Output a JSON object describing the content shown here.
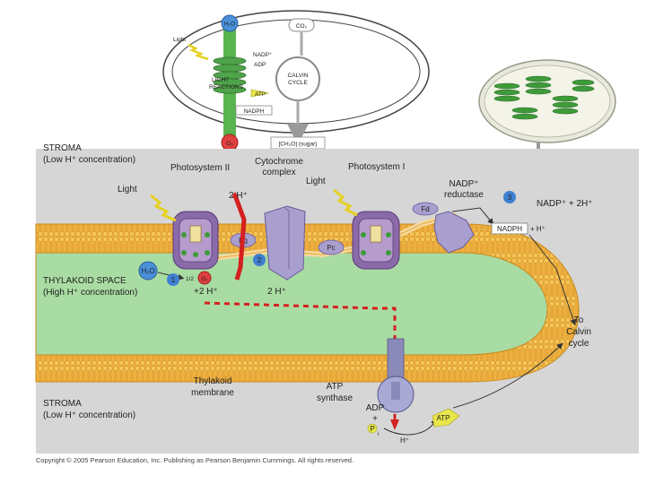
{
  "chloroplast": {
    "h2o": "H₂O",
    "co2": "CO₂",
    "light": "Light",
    "nadp_plus": "NADP⁺",
    "adp": "ADP",
    "light_reactions_1": "LIGHT",
    "light_reactions_2": "REACTIONS",
    "calvin_1": "CALVIN",
    "calvin_2": "CYCLE",
    "atp": "ATP",
    "nadph": "NADPH",
    "o2": "O₂",
    "sugar": "[CH₂O] (sugar)"
  },
  "labels": {
    "stroma_top_1": "STROMA",
    "stroma_top_2": "(Low H⁺ concentration)",
    "photosystem_ii": "Photosystem II",
    "cytochrome_1": "Cytochrome",
    "cytochrome_2": "complex",
    "photosystem_i": "Photosystem I",
    "light_left": "Light",
    "light_right": "Light",
    "two_h_top": "2 H⁺",
    "nadp_reductase_1": "NADP⁺",
    "nadp_reductase_2": "reductase",
    "fd": "Fd",
    "nadp_plus_2h": "NADP⁺ + 2H⁺",
    "nadph": "NADPH",
    "plus_h": "+ H⁺",
    "pq": "Pq",
    "pc": "Pc",
    "thylakoid_space_1": "THYLAKOID SPACE",
    "thylakoid_space_2": "(High H⁺ concentration)",
    "h2o": "H₂O",
    "half_o2_frac": "1/2",
    "o2": "O₂",
    "plus_2h": "+2 H⁺",
    "two_h_mid": "2 H⁺",
    "to_calvin_1": "To",
    "to_calvin_2": "Calvin",
    "to_calvin_3": "cycle",
    "thylakoid_membrane_1": "Thylakoid",
    "thylakoid_membrane_2": "membrane",
    "atp_synthase_1": "ATP",
    "atp_synthase_2": "synthase",
    "stroma_bottom_1": "STROMA",
    "stroma_bottom_2": "(Low H⁺ concentration)",
    "adp": "ADP",
    "plus": "+",
    "pi": "P",
    "pi_sub": "i",
    "atp": "ATP",
    "h_plus": "H⁺"
  },
  "steps": [
    "1",
    "2",
    "3"
  ],
  "copyright": "Copyright © 2005 Pearson Education, Inc. Publishing as Pearson Benjamin Cummings. All rights reserved.",
  "colors": {
    "stroma": "#d6d6d6",
    "membrane": "#f0b240",
    "lumen": "#a9dca3",
    "protein_purple": "#8a6aa8",
    "protein_lavender": "#a99fcf",
    "electron_path": "#f5d9a0",
    "h_ion_flow": "#d42020",
    "atp": "#e8e64a",
    "step_circle": "#3f7fd0",
    "chlorophyll_green": "#4fa34a"
  }
}
